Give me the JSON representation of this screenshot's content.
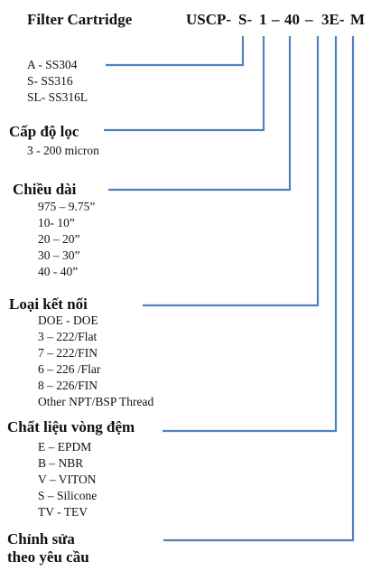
{
  "header": {
    "label": "Filter Cartridge",
    "code_parts": [
      "USCP-",
      "S-",
      "1",
      "–",
      "40",
      "–",
      "3E-",
      "M"
    ]
  },
  "sections": {
    "material": {
      "items": [
        "A - SS304",
        "S- SS316",
        "SL- SS316L"
      ]
    },
    "rating": {
      "title": "Cấp độ lọc",
      "items": [
        "3 - 200  micron"
      ]
    },
    "length": {
      "title": "Chiều dài",
      "items": [
        "975 – 9.75”",
        "10- 10”",
        "20 – 20”",
        "30 – 30”",
        "40 - 40”"
      ]
    },
    "connection": {
      "title": "Loại kết nối",
      "items": [
        "DOE - DOE",
        "3 – 222/Flat",
        "7 – 222/FIN",
        "6 – 226 /Flar",
        "8 – 226/FIN",
        "Other NPT/BSP Thread"
      ]
    },
    "seal": {
      "title": "Chất liệu vòng đệm",
      "items": [
        "E – EPDM",
        "B – NBR",
        "V – VITON",
        "S – Silicone",
        "TV - TEV"
      ]
    },
    "custom": {
      "title_line1": "Chỉnh sửa",
      "title_line2": "theo yêu cầu"
    }
  },
  "colors": {
    "connector": "#4f81bd",
    "text": "#111111"
  }
}
